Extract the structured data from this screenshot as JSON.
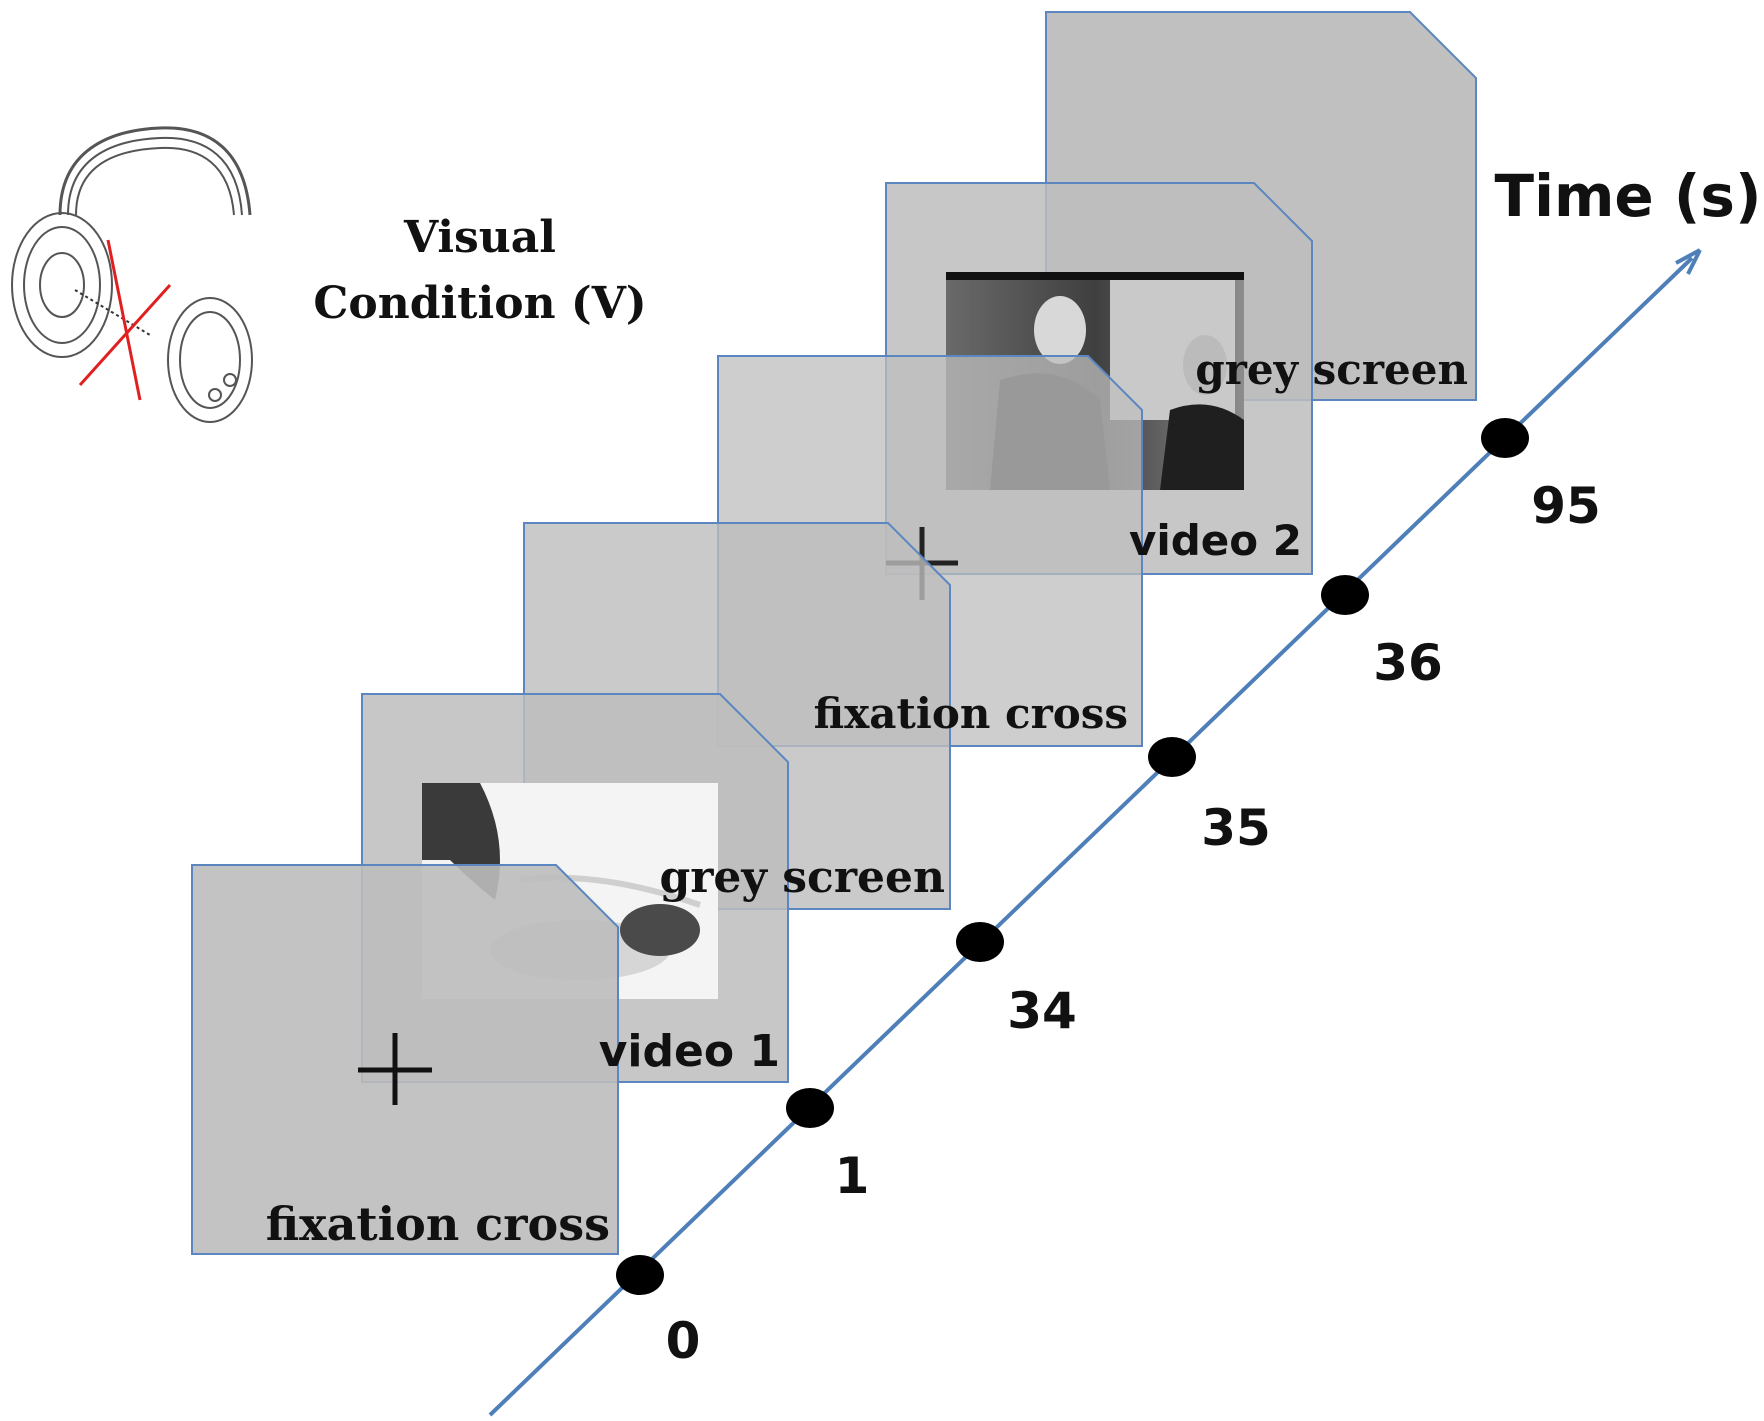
{
  "condition_title": {
    "line1": "Visual",
    "line2": "Condition (V)"
  },
  "headphones_icon": "headphones-crossed-out-icon",
  "axis_label": "Time (s)",
  "screens": [
    {
      "label": "fixation cross",
      "time": "0",
      "content": "fixation-cross"
    },
    {
      "label": "video 1",
      "time": "1",
      "content": "video-still"
    },
    {
      "label": "grey screen",
      "time": "34",
      "content": "blank"
    },
    {
      "label": "fixation cross",
      "time": "35",
      "content": "fixation-cross"
    },
    {
      "label": "video 2",
      "time": "36",
      "content": "video-still"
    },
    {
      "label": "grey screen",
      "time": "95",
      "content": "blank"
    }
  ],
  "colors": {
    "panel_fill": "#bdbdbd",
    "panel_stroke": "#5b86bf",
    "timeline": "#4f7fb8",
    "cross_out": "#e02020",
    "text": "#111111"
  }
}
